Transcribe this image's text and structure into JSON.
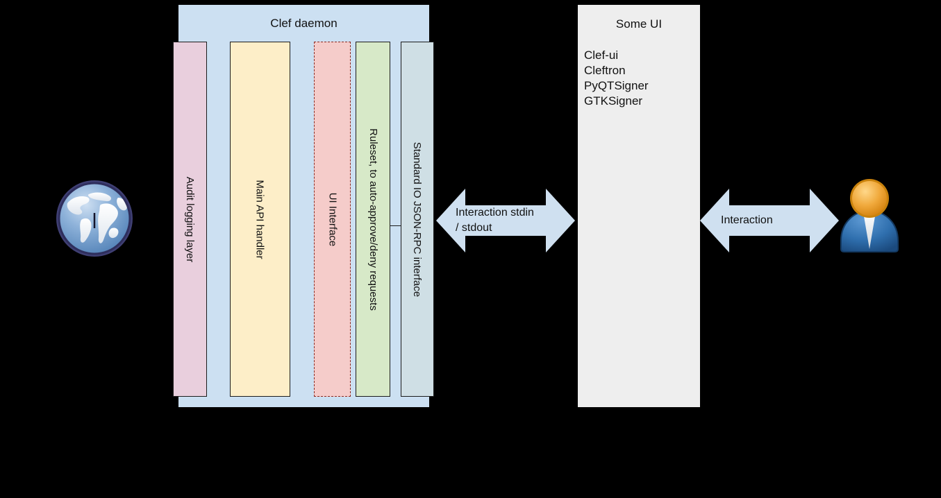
{
  "colors": {
    "background": "#000000",
    "daemon_panel": "#cce0f2",
    "someui_panel": "#eeeeee",
    "arrow_fill": "#cfe0f0",
    "audit_layer": "#e9cfdd",
    "api_layer": "#fdeec8",
    "ui_layer": "#f5ccca",
    "ui_layer_border": "#8c2a20",
    "ruleset_layer": "#d7e9c8",
    "stdio_layer": "#cfdfe5",
    "stroke": "#1b1b1b",
    "globe_water": "#6e9fd0",
    "globe_rim": "#3f3f73",
    "user_head": "#eca336",
    "user_body": "#2f6fae"
  },
  "daemon": {
    "title": "Clef daemon",
    "layers": [
      {
        "id": "audit",
        "label": "Audit logging layer"
      },
      {
        "id": "api",
        "label": "Main API handler"
      },
      {
        "id": "ui",
        "label": "UI Interface"
      },
      {
        "id": "rules",
        "label": "Ruleset, to auto-approve/deny requests"
      },
      {
        "id": "stdio",
        "label": "Standard IO JSON-RPC interface"
      }
    ]
  },
  "some_ui": {
    "title": "Some UI",
    "items": [
      {
        "label": "Clef-ui"
      },
      {
        "label": "Cleftron"
      },
      {
        "label": "PyQTSigner"
      },
      {
        "label": "GTKSigner"
      }
    ]
  },
  "arrows": [
    {
      "id": "stdio-arrow",
      "label": "Interaction stdin\n/ stdout"
    },
    {
      "id": "user-arrow",
      "label": "Interaction"
    }
  ],
  "icons": {
    "globe": "globe-icon",
    "user": "user-icon"
  }
}
